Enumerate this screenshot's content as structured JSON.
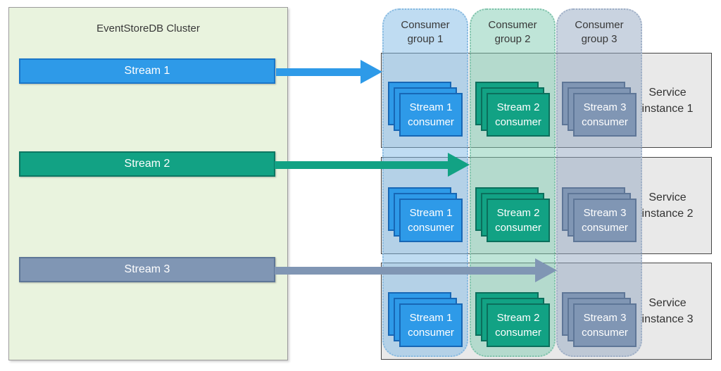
{
  "diagram": {
    "cluster": {
      "title": "EventStoreDB Cluster",
      "streams": [
        {
          "label": "Stream 1"
        },
        {
          "label": "Stream 2"
        },
        {
          "label": "Stream 3"
        }
      ]
    },
    "consumer_groups": [
      {
        "label": "Consumer group 1",
        "card_label": "Stream 1 consumer"
      },
      {
        "label": "Consumer group 2",
        "card_label": "Stream 2 consumer"
      },
      {
        "label": "Consumer group 3",
        "card_label": "Stream 3 consumer"
      }
    ],
    "service_instances": [
      {
        "label": "Service instance 1"
      },
      {
        "label": "Service instance 2"
      },
      {
        "label": "Service instance 3"
      }
    ],
    "colors": {
      "stream1": "#2E9AE8",
      "stream1_border": "#1767B5",
      "stream2": "#12A284",
      "stream2_border": "#0B6F5C",
      "stream3": "#8096B4",
      "stream3_border": "#5E7697",
      "cluster_bg": "#E9F3DE",
      "cluster_border": "#9C9C9C",
      "group1_bg": "#BFDCF2",
      "group2_bg": "#BFE5D8",
      "group3_bg": "#C9D3E0",
      "service_row_bg": "#E9E9E9",
      "service_row_border": "#454545",
      "text_dark": "#383838",
      "text_light": "#FFFFFF"
    }
  }
}
